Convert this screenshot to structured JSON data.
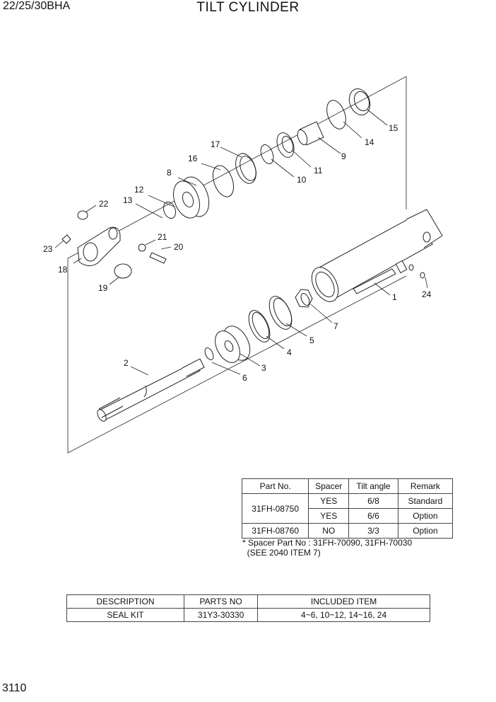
{
  "header": {
    "model": "22/25/30BHA",
    "title": "TILT CYLINDER"
  },
  "page_number": "3110",
  "callouts": [
    "1",
    "2",
    "3",
    "4",
    "5",
    "6",
    "7",
    "8",
    "9",
    "10",
    "11",
    "12",
    "13",
    "14",
    "15",
    "16",
    "17",
    "18",
    "19",
    "20",
    "21",
    "22",
    "23",
    "24"
  ],
  "spec_table": {
    "headers": [
      "Part No.",
      "Spacer",
      "Tilt angle",
      "Remark"
    ],
    "rows": [
      {
        "part_no": "31FH-08750",
        "spacer": "YES",
        "tilt": "6/8",
        "remark": "Standard"
      },
      {
        "part_no": "",
        "spacer": "YES",
        "tilt": "6/6",
        "remark": "Option"
      },
      {
        "part_no": "31FH-08760",
        "spacer": "NO",
        "tilt": "3/3",
        "remark": "Option"
      }
    ],
    "notes": [
      "* Spacer Part No : 31FH-70090, 31FH-70030",
      "  (SEE 2040 ITEM 7)"
    ]
  },
  "kit_table": {
    "headers": [
      "DESCRIPTION",
      "PARTS NO",
      "INCLUDED ITEM"
    ],
    "rows": [
      {
        "description": "SEAL KIT",
        "parts_no": "31Y3-30330",
        "included": "4~6, 10~12, 14~16, 24"
      }
    ]
  }
}
